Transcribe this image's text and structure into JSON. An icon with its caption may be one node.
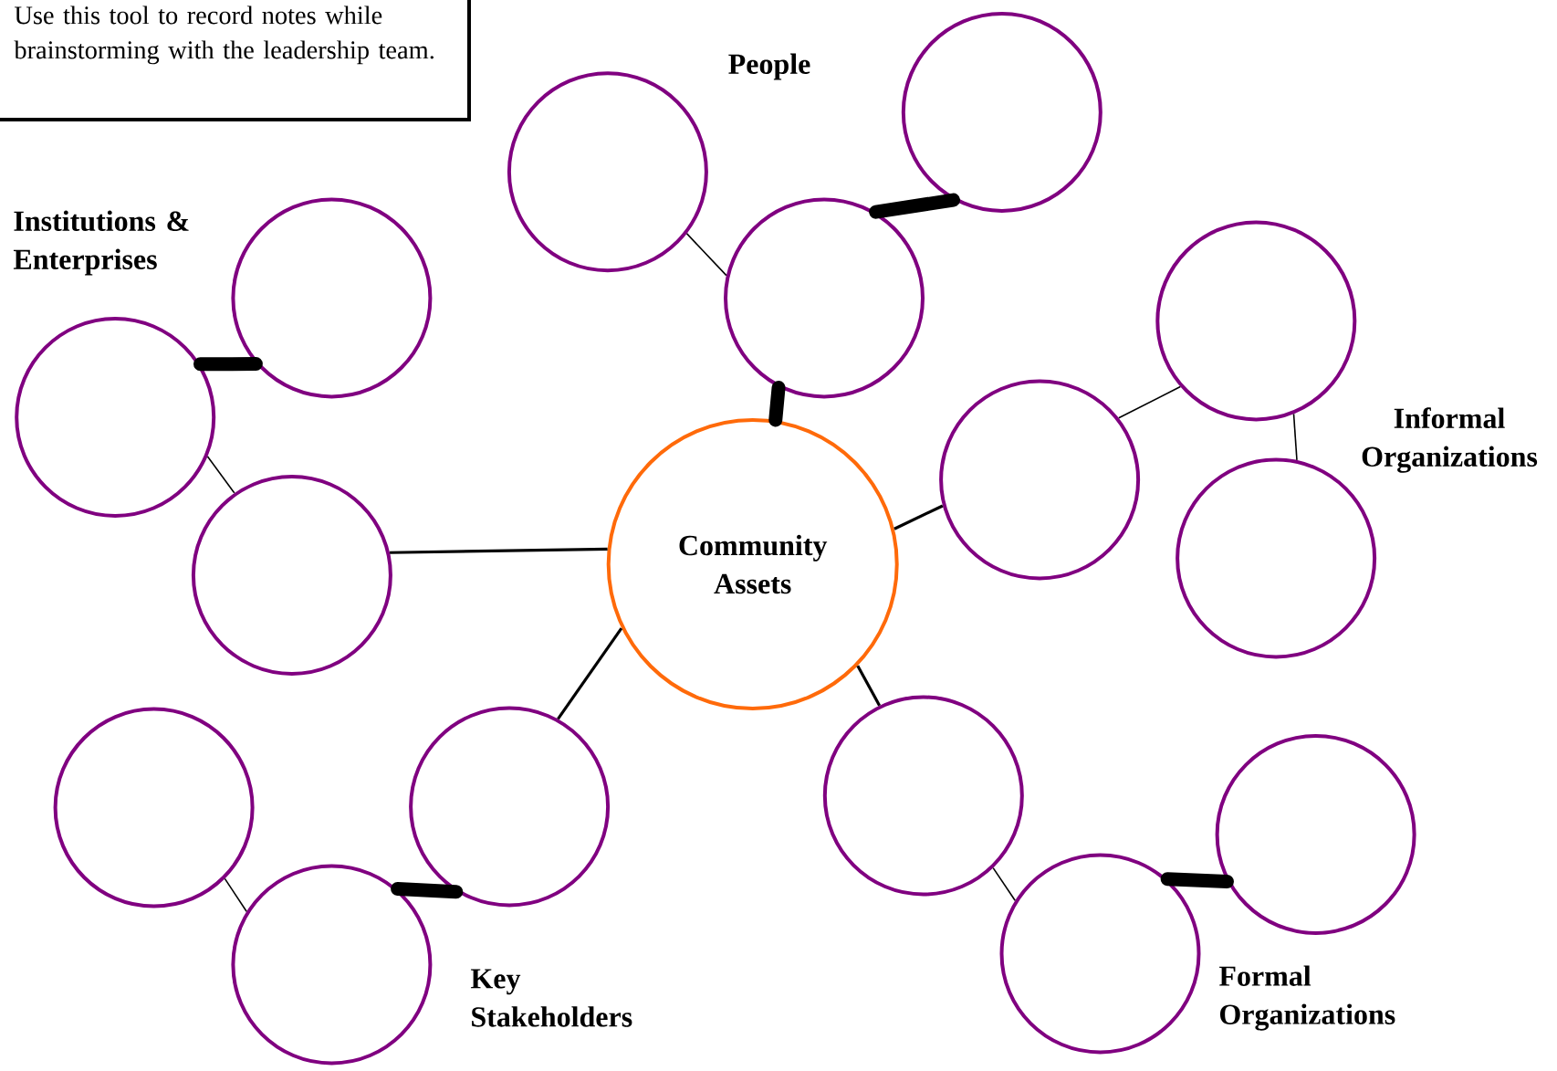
{
  "diagram": {
    "nodes": [
      {
        "text": [
          "Use this tool to record notes while brainstorming with the leadership team."
        ]
      },
      {
        "text": [
          "Community Assets"
        ]
      },
      {
        "text": [],
        "shape": "circle"
      },
      {
        "text": [],
        "shape": "circle"
      },
      {
        "text": [],
        "shape": "circle"
      },
      {
        "text": [],
        "shape": "circle"
      },
      {
        "text": [],
        "shape": "circle"
      },
      {
        "text": [],
        "shape": "circle"
      },
      {
        "text": [],
        "shape": "circle"
      },
      {
        "text": [],
        "shape": "circle"
      },
      {
        "text": [],
        "shape": "circle"
      },
      {
        "text": [],
        "shape": "circle"
      },
      {
        "text": [],
        "shape": "circle"
      },
      {
        "text": [],
        "shape": "circle"
      },
      {
        "text": [],
        "shape": "circle"
      },
      {
        "text": [],
        "shape": "circle"
      },
      {
        "text": [],
        "shape": "circle"
      }
    ],
    "edges": [
      {
        "from": 1,
        "to": 3,
        "arrow": "none",
        "style": "thick"
      },
      {
        "from": 3,
        "to": 4,
        "arrow": "none",
        "style": "thick"
      },
      {
        "from": 3,
        "to": 2,
        "arrow": "none"
      },
      {
        "from": 1,
        "to": 7,
        "arrow": "none"
      },
      {
        "from": 7,
        "to": 6,
        "arrow": "none"
      },
      {
        "from": 6,
        "to": 5,
        "arrow": "none",
        "style": "thick"
      },
      {
        "from": 1,
        "to": 9,
        "arrow": "none"
      },
      {
        "from": 9,
        "to": 8,
        "arrow": "none"
      },
      {
        "from": 8,
        "to": 10,
        "arrow": "none"
      },
      {
        "from": 1,
        "to": 12,
        "arrow": "none"
      },
      {
        "from": 12,
        "to": 13,
        "arrow": "none",
        "style": "thick"
      },
      {
        "from": 13,
        "to": 11,
        "arrow": "none"
      },
      {
        "from": 1,
        "to": 14,
        "arrow": "none"
      },
      {
        "from": 14,
        "to": 16,
        "arrow": "none"
      },
      {
        "from": 16,
        "to": 15,
        "arrow": "none",
        "style": "thick"
      }
    ],
    "labels": [
      "People",
      "Institutions & Enterprises",
      "Informal Organizations",
      "Key Stakeholders",
      "Formal Organizations"
    ]
  }
}
